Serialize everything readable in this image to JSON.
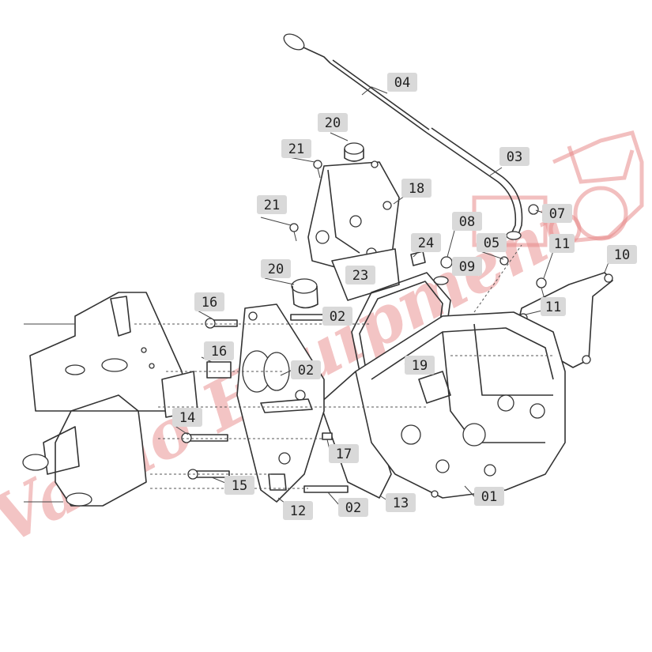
{
  "diagram": {
    "callouts": [
      {
        "id": "c04",
        "label": "04"
      },
      {
        "id": "c20a",
        "label": "20"
      },
      {
        "id": "c03",
        "label": "03"
      },
      {
        "id": "c21a",
        "label": "21"
      },
      {
        "id": "c18",
        "label": "18"
      },
      {
        "id": "c21b",
        "label": "21"
      },
      {
        "id": "c07",
        "label": "07"
      },
      {
        "id": "c08",
        "label": "08"
      },
      {
        "id": "c24",
        "label": "24"
      },
      {
        "id": "c05",
        "label": "05"
      },
      {
        "id": "c11a",
        "label": "11"
      },
      {
        "id": "c09",
        "label": "09"
      },
      {
        "id": "c10",
        "label": "10"
      },
      {
        "id": "c20b",
        "label": "20"
      },
      {
        "id": "c23",
        "label": "23"
      },
      {
        "id": "c11b",
        "label": "11"
      },
      {
        "id": "c16a",
        "label": "16"
      },
      {
        "id": "c02a",
        "label": "02"
      },
      {
        "id": "c16b",
        "label": "16"
      },
      {
        "id": "c02b",
        "label": "02"
      },
      {
        "id": "c19",
        "label": "19"
      },
      {
        "id": "c14",
        "label": "14"
      },
      {
        "id": "c17",
        "label": "17"
      },
      {
        "id": "c15",
        "label": "15"
      },
      {
        "id": "c01",
        "label": "01"
      },
      {
        "id": "c12",
        "label": "12"
      },
      {
        "id": "c02c",
        "label": "02"
      },
      {
        "id": "c13",
        "label": "13"
      }
    ],
    "watermark": {
      "text": "Varno Equipment",
      "color": "#e88a8a"
    }
  }
}
